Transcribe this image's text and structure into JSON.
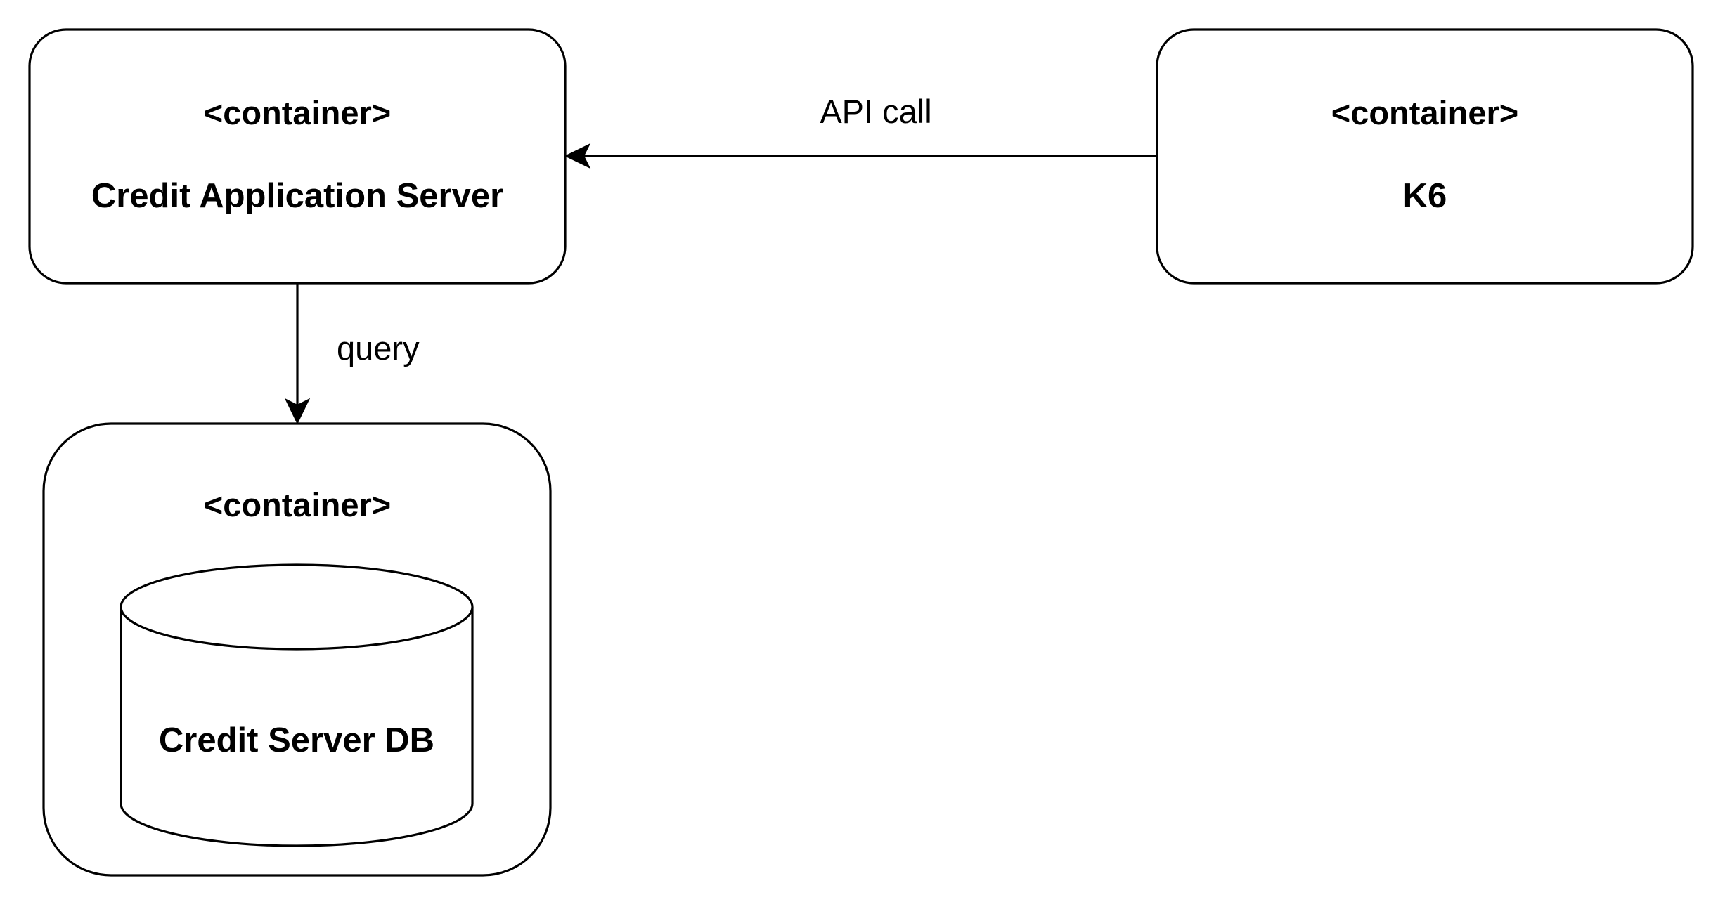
{
  "nodes": {
    "app_server": {
      "stereotype": "<container>",
      "title": "Credit Application Server"
    },
    "k6": {
      "stereotype": "<container>",
      "title": "K6"
    },
    "db_container": {
      "stereotype": "<container>",
      "title": "Credit Server DB"
    }
  },
  "edges": {
    "api_call": {
      "label": "API call",
      "from": "K6",
      "to": "Credit Application Server"
    },
    "query": {
      "label": "query",
      "from": "Credit Application Server",
      "to": "Credit Server DB"
    }
  },
  "colors": {
    "stroke": "#000000",
    "fill": "#ffffff",
    "background": "#ffffff"
  }
}
